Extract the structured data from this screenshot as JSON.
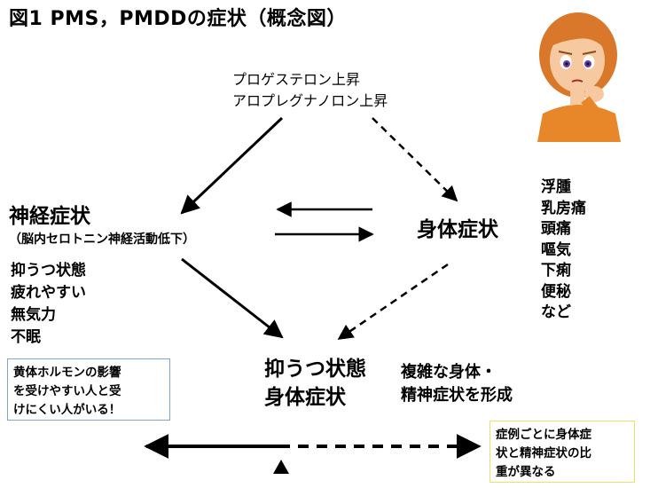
{
  "title": "図1  PMS，PMDDの症状（概念図）",
  "hormones": {
    "line1": "プロゲステロン上昇",
    "line2": "アロプレグナノロン上昇"
  },
  "neuro": {
    "title": "神経症状",
    "subtitle": "（脳内セロトニン神経活動低下）",
    "symptoms": [
      "抑うつ状態",
      "疲れやすい",
      "無気力",
      "不眠"
    ]
  },
  "physical": {
    "title": "身体症状",
    "symptoms": [
      "浮腫",
      "乳房痛",
      "頭痛",
      "嘔気",
      "下痢",
      "便秘",
      "など"
    ]
  },
  "result": {
    "line1": "抑うつ状態",
    "line2": "身体症状"
  },
  "complex_note": {
    "line1": "複雑な身体・",
    "line2": "精神症状を形成"
  },
  "note_left": {
    "lines": [
      "黄体ホルモンの影響",
      "を受けやすい人と受",
      "けにくい人がいる！"
    ]
  },
  "note_right": {
    "lines": [
      "症例ごとに身体症",
      "状と精神症状の比",
      "重が異なる"
    ]
  },
  "colors": {
    "note_left_border": "#7fa4d0",
    "note_right_border": "#e6e36a",
    "skin": "#f7c9a0",
    "hair": "#d9782a",
    "shirt": "#e8872a"
  },
  "icons": [
    "worried-woman-illustration"
  ]
}
